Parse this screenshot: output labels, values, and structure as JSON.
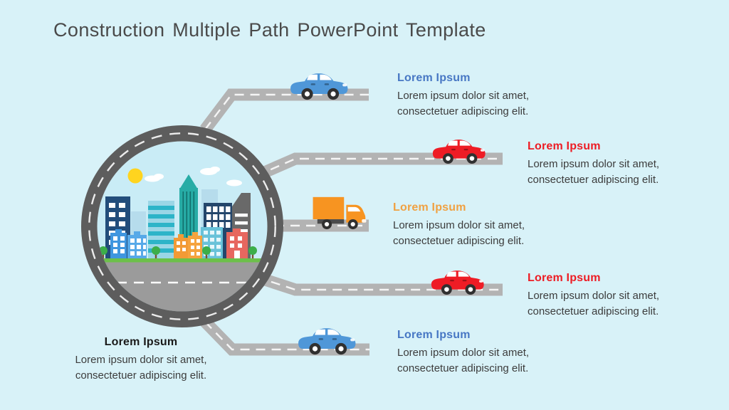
{
  "title": "Construction Multiple Path PowerPoint Template",
  "colors": {
    "background": "#d8f2f8",
    "title_text": "#4a4a4a",
    "body_text": "#3c3c3c",
    "road": "#b3b3b3",
    "road_dash": "#f5f5f5",
    "ring_road": "#5d5d5d",
    "ring_dash": "#ececec",
    "city_sky": "#c9ecf6",
    "grass_green": "#6cc04a",
    "sun_yellow": "#ffd41f",
    "car_blue": "#4f97d8",
    "car_red": "#ee1c25",
    "truck_orange": "#f79421"
  },
  "center_graphic": {
    "name": "city-inside-circular-road",
    "description_icons": [
      "sun-icon",
      "cloud-icon",
      "skyline-buildings",
      "tree-icon",
      "ring-road"
    ]
  },
  "branches": [
    {
      "vehicle": "blue-car",
      "heading": "Lorem Ipsum",
      "heading_color": "#4777c4",
      "body_line1": "Lorem ipsum dolor sit amet,",
      "body_line2": "consectetuer adipiscing elit."
    },
    {
      "vehicle": "red-car",
      "heading": "Lorem Ipsum",
      "heading_color": "#ed1c24",
      "body_line1": "Lorem ipsum dolor sit amet,",
      "body_line2": "consectetuer adipiscing elit."
    },
    {
      "vehicle": "orange-truck",
      "heading": "Lorem Ipsum",
      "heading_color": "#f0a142",
      "body_line1": "Lorem ipsum dolor sit amet,",
      "body_line2": "consectetuer adipiscing elit."
    },
    {
      "vehicle": "red-car",
      "heading": "Lorem Ipsum",
      "heading_color": "#ed1c24",
      "body_line1": "Lorem ipsum dolor sit amet,",
      "body_line2": "consectetuer adipiscing elit."
    },
    {
      "vehicle": "blue-car",
      "heading": "Lorem Ipsum",
      "heading_color": "#4777c4",
      "body_line1": "Lorem ipsum dolor sit amet,",
      "body_line2": "consectetuer adipiscing elit."
    }
  ],
  "footer": {
    "heading": "Lorem Ipsum",
    "heading_color": "#1a1a1a",
    "body_line1": "Lorem ipsum dolor sit amet,",
    "body_line2": "consectetuer adipiscing elit."
  }
}
